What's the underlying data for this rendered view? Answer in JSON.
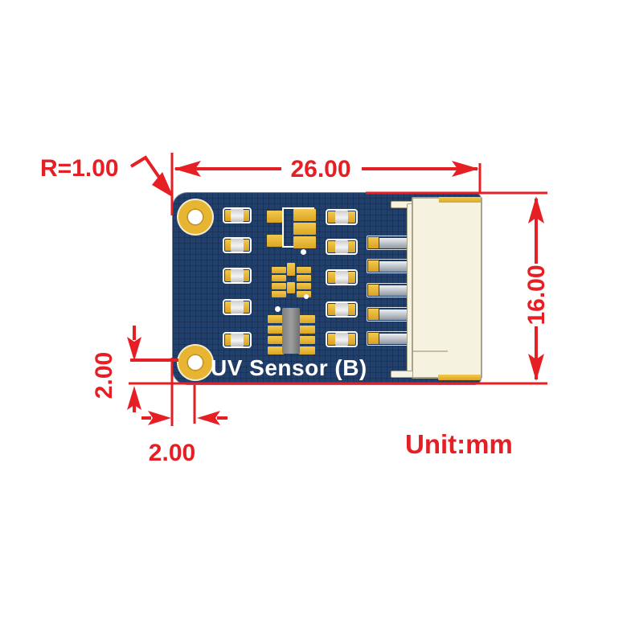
{
  "drawing": {
    "board_name": "UV Sensor (B)",
    "unit": "Unit:mm",
    "dimensions": {
      "board_width": "26.00",
      "board_height": "16.00",
      "corner_radius": "R=1.00",
      "hole_offset_vertical": "2.00",
      "hole_offset_horizontal": "2.00"
    },
    "colors": {
      "pcb_navy": "#21406c",
      "pad_gold": "#e7b532",
      "dimension_red": "#e51f24",
      "silkscreen_white": "#ffffff",
      "connector_cream": "#f6f2e0"
    }
  }
}
